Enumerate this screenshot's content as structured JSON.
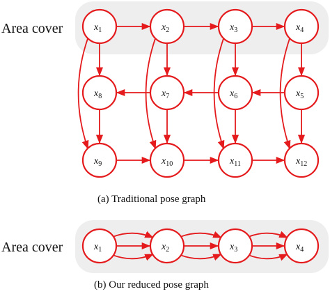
{
  "colors": {
    "accent": "#e41a1c",
    "band": "#eeeeee"
  },
  "diagram_a": {
    "row_label": "Area cover",
    "caption": "(a)  Traditional pose graph",
    "nodes": [
      {
        "var": "x",
        "sub": "1"
      },
      {
        "var": "x",
        "sub": "2"
      },
      {
        "var": "x",
        "sub": "3"
      },
      {
        "var": "x",
        "sub": "4"
      },
      {
        "var": "x",
        "sub": "8"
      },
      {
        "var": "x",
        "sub": "7"
      },
      {
        "var": "x",
        "sub": "6"
      },
      {
        "var": "x",
        "sub": "5"
      },
      {
        "var": "x",
        "sub": "9"
      },
      {
        "var": "x",
        "sub": "10"
      },
      {
        "var": "x",
        "sub": "11"
      },
      {
        "var": "x",
        "sub": "12"
      }
    ],
    "edges": [
      [
        "x1",
        "x2"
      ],
      [
        "x2",
        "x3"
      ],
      [
        "x3",
        "x4"
      ],
      [
        "x4",
        "x5"
      ],
      [
        "x5",
        "x6"
      ],
      [
        "x6",
        "x7"
      ],
      [
        "x7",
        "x8"
      ],
      [
        "x8",
        "x9"
      ],
      [
        "x9",
        "x10"
      ],
      [
        "x10",
        "x11"
      ],
      [
        "x11",
        "x12"
      ],
      [
        "x1",
        "x8"
      ],
      [
        "x2",
        "x7"
      ],
      [
        "x3",
        "x6"
      ],
      [
        "x7",
        "x10"
      ],
      [
        "x6",
        "x11"
      ],
      [
        "x5",
        "x12"
      ],
      [
        "x1",
        "x9"
      ],
      [
        "x2",
        "x10"
      ],
      [
        "x3",
        "x11"
      ],
      [
        "x4",
        "x12"
      ]
    ]
  },
  "diagram_b": {
    "row_label": "Area cover",
    "caption": "(b)  Our reduced pose graph",
    "nodes": [
      {
        "var": "x",
        "sub": "1"
      },
      {
        "var": "x",
        "sub": "2"
      },
      {
        "var": "x",
        "sub": "3"
      },
      {
        "var": "x",
        "sub": "4"
      }
    ],
    "edges": [
      [
        "x1",
        "x2"
      ],
      [
        "x2",
        "x3"
      ],
      [
        "x3",
        "x4"
      ],
      [
        "x1",
        "x2"
      ],
      [
        "x2",
        "x3"
      ],
      [
        "x3",
        "x4"
      ],
      [
        "x1",
        "x2"
      ],
      [
        "x2",
        "x3"
      ],
      [
        "x3",
        "x4"
      ]
    ]
  }
}
